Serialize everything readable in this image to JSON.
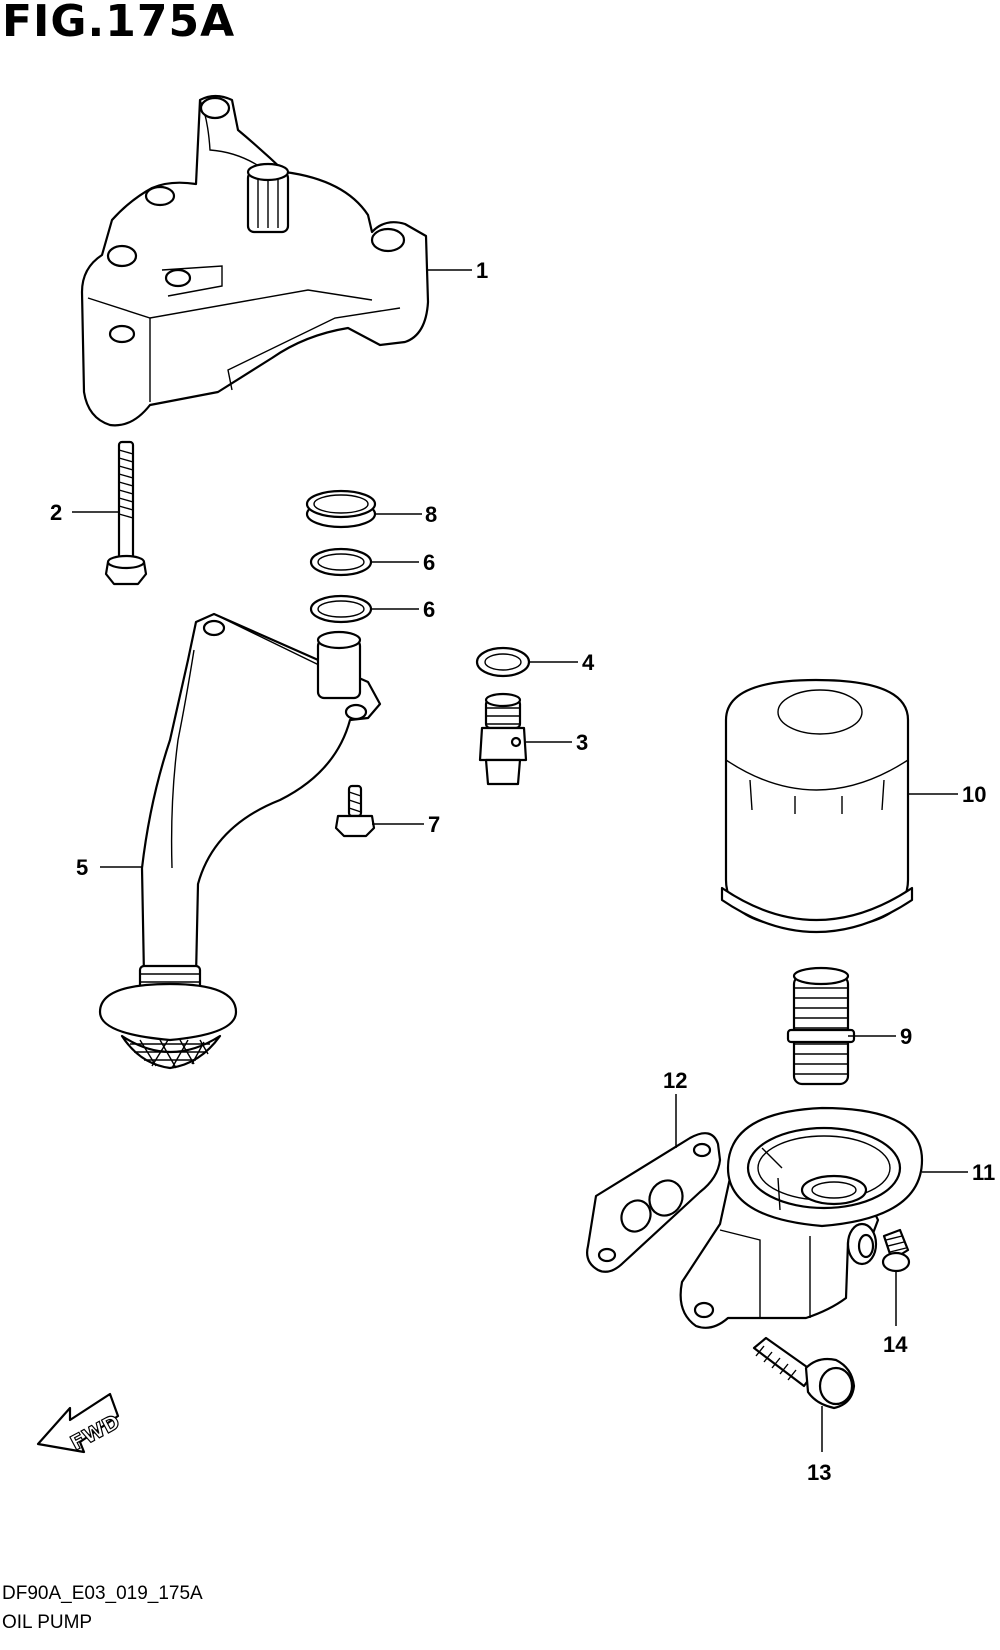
{
  "figure": {
    "title": "FIG.175A",
    "code": "DF90A_E03_019_175A",
    "name": "OIL PUMP",
    "direction_arrow_label": "FWD"
  },
  "callouts": [
    {
      "id": "1",
      "part": "oil-pump-body"
    },
    {
      "id": "2",
      "part": "pump-bolt"
    },
    {
      "id": "8",
      "part": "o-ring-large"
    },
    {
      "id": "6",
      "part": "o-ring-upper"
    },
    {
      "id": "6",
      "part": "o-ring-lower"
    },
    {
      "id": "4",
      "part": "gasket-ring"
    },
    {
      "id": "3",
      "part": "union-fitting"
    },
    {
      "id": "10",
      "part": "oil-filter"
    },
    {
      "id": "7",
      "part": "strainer-bolt"
    },
    {
      "id": "5",
      "part": "oil-strainer"
    },
    {
      "id": "9",
      "part": "filter-union"
    },
    {
      "id": "12",
      "part": "filter-case-gasket"
    },
    {
      "id": "11",
      "part": "oil-filter-case"
    },
    {
      "id": "14",
      "part": "plug"
    },
    {
      "id": "13",
      "part": "case-bolt"
    }
  ]
}
